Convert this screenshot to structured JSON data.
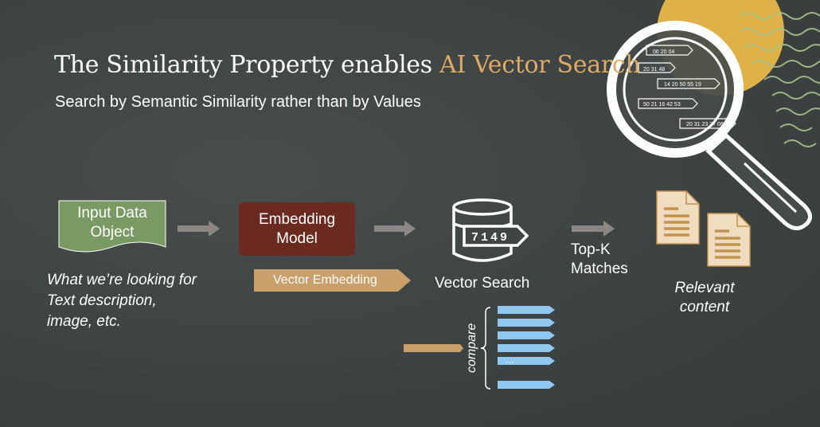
{
  "header": {
    "title_prefix": "The Similarity Property enables ",
    "title_accent": "AI Vector Search",
    "subtitle": "Search by Semantic Similarity rather than by Values"
  },
  "flow": {
    "input_box": {
      "line1": "Input Data",
      "line2": "Object"
    },
    "input_caption": {
      "line1": "What we’re looking for",
      "line2": "Text description,",
      "line3": "image, etc."
    },
    "embedding_box": {
      "line1": "Embedding",
      "line2": "Model"
    },
    "vector_embedding_label": "Vector Embedding",
    "db_value": "7149",
    "vector_search_label": "Vector Search",
    "topk_label": {
      "line1": "Top-K",
      "line2": "Matches"
    },
    "relevant_label": {
      "line1": "Relevant",
      "line2": "content"
    },
    "compare_label": "compare",
    "ellipsis": "…"
  },
  "magnifier_rows": [
    {
      "values": "06 20 04"
    },
    {
      "values": "20 31 48"
    },
    {
      "values": "14 20 50 55 19"
    },
    {
      "values": "50 21 16 42 53"
    },
    {
      "values": "20 31 23 37 06"
    }
  ],
  "colors": {
    "background": "#3f4544",
    "accent": "#e0aa64",
    "input_box": "#799a63",
    "embedding_box": "#6b2a20",
    "vector_arrow": "#c9a06a",
    "flow_arrow": "#8c8782",
    "compare_bars": "#8ec8f0",
    "document_fill": "#f0dcbf",
    "document_stroke": "#c4934f",
    "sun": "#e8b84a",
    "waves": "#a7c28a"
  },
  "icons": [
    "magnifier-icon",
    "database-icon",
    "document-icon"
  ]
}
